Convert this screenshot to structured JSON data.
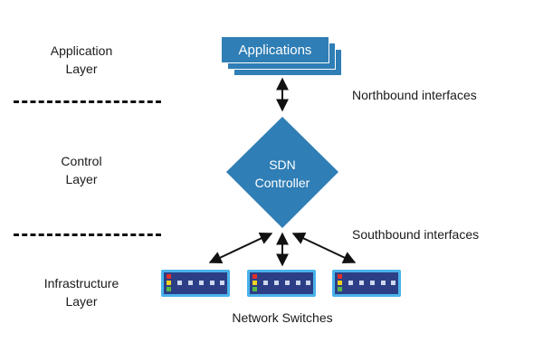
{
  "layers": {
    "application": [
      "Application",
      "Layer"
    ],
    "control": [
      "Control",
      "Layer"
    ],
    "infrastructure": [
      "Infrastructure",
      "Layer"
    ]
  },
  "interfaces": {
    "northbound": "Northbound interfaces",
    "southbound": "Southbound interfaces"
  },
  "applications_label": "Applications",
  "controller_label": [
    "SDN",
    "Controller"
  ],
  "switches_caption": "Network Switches",
  "colors": {
    "node_blue": "#2f7eb5",
    "switch_outer": "#4ab3ea",
    "switch_inner": "#2c3f86",
    "arrow": "#111111"
  }
}
